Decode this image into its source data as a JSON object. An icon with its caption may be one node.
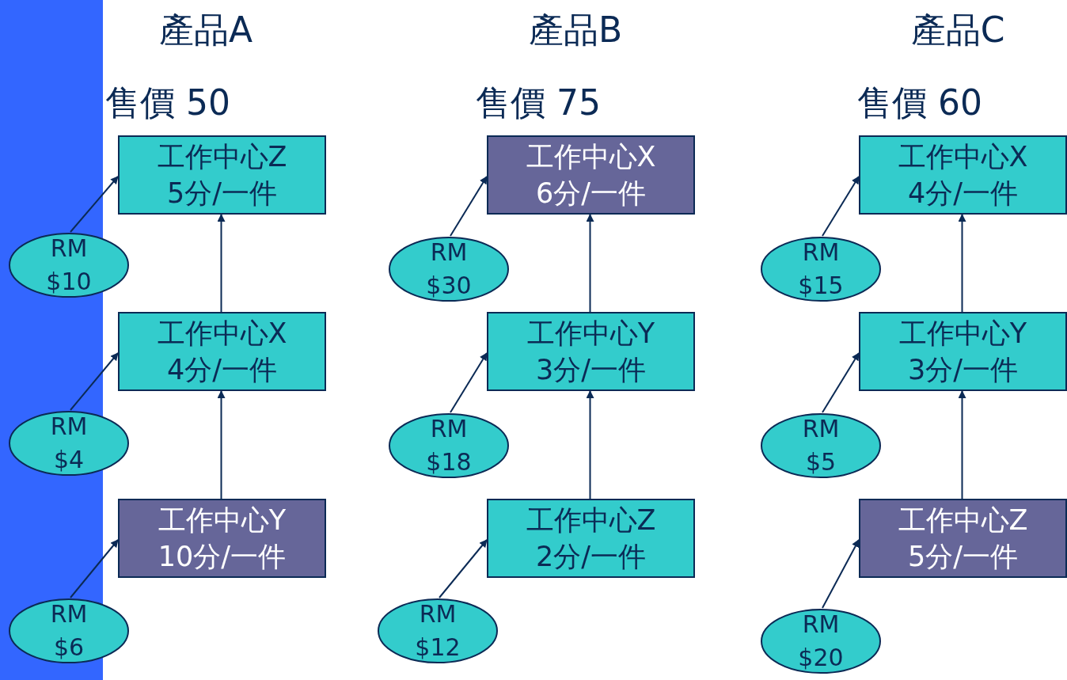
{
  "diagram": {
    "nodes": [
      {
        "text": [
          "工作中心Z 5分/一件"
        ]
      },
      {
        "text": [
          "RM $10"
        ]
      },
      {
        "text": [
          "工作中心X 4分/一件"
        ]
      },
      {
        "text": [
          "RM $4"
        ]
      },
      {
        "text": [
          "工作中心Y 10分/一件"
        ]
      },
      {
        "text": [
          "RM $6"
        ]
      },
      {
        "text": [
          "工作中心X 6分/一件"
        ]
      },
      {
        "text": [
          "RM $30"
        ]
      },
      {
        "text": [
          "工作中心Y 3分/一件"
        ]
      },
      {
        "text": [
          "RM $18"
        ]
      },
      {
        "text": [
          "工作中心Z 2分/一件"
        ]
      },
      {
        "text": [
          "RM $12"
        ]
      },
      {
        "text": [
          "工作中心X 4分/一件"
        ]
      },
      {
        "text": [
          "RM $15"
        ]
      },
      {
        "text": [
          "工作中心Y 3分/一件"
        ]
      },
      {
        "text": [
          "RM $5"
        ]
      },
      {
        "text": [
          "工作中心Z 5分/一件"
        ]
      },
      {
        "text": [
          "RM $20"
        ]
      }
    ],
    "edges": [
      {
        "from": 1,
        "to": 0,
        "arrow": "to"
      },
      {
        "from": 2,
        "to": 0,
        "arrow": "to"
      },
      {
        "from": 3,
        "to": 2,
        "arrow": "to"
      },
      {
        "from": 4,
        "to": 2,
        "arrow": "to"
      },
      {
        "from": 5,
        "to": 4,
        "arrow": "to"
      },
      {
        "from": 7,
        "to": 6,
        "arrow": "to"
      },
      {
        "from": 8,
        "to": 6,
        "arrow": "to"
      },
      {
        "from": 9,
        "to": 8,
        "arrow": "to"
      },
      {
        "from": 10,
        "to": 8,
        "arrow": "to"
      },
      {
        "from": 11,
        "to": 10,
        "arrow": "to"
      },
      {
        "from": 13,
        "to": 12,
        "arrow": "to"
      },
      {
        "from": 14,
        "to": 12,
        "arrow": "to"
      },
      {
        "from": 15,
        "to": 14,
        "arrow": "to"
      },
      {
        "from": 16,
        "to": 14,
        "arrow": "to"
      },
      {
        "from": 17,
        "to": 16,
        "arrow": "to"
      }
    ],
    "labels": [
      "產品A",
      "產品B",
      "產品C",
      "售價 50",
      "售價 75",
      "售價 60"
    ]
  }
}
